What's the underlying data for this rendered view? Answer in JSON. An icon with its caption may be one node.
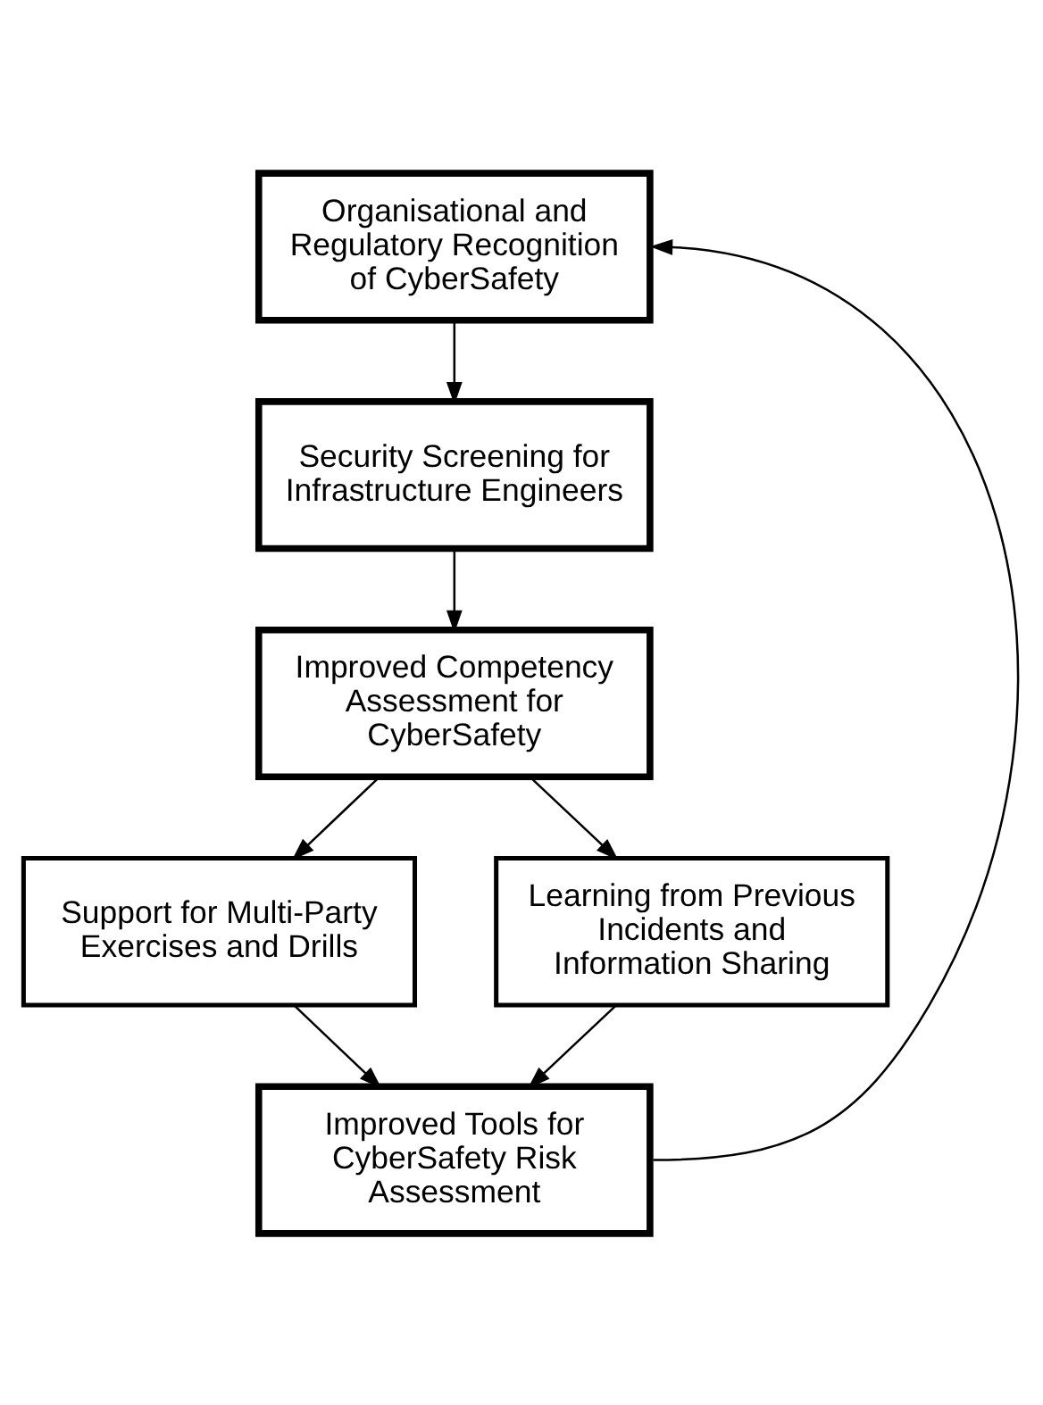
{
  "diagram": {
    "nodes": [
      {
        "text": [
          "Organisational and Regulatory Recognition of CyberSafety"
        ]
      },
      {
        "text": [
          "Security Screening for Infrastructure Engineers"
        ]
      },
      {
        "text": [
          "Improved Competency Assessment for CyberSafety"
        ]
      },
      {
        "text": [
          "Support for Multi-Party Exercises and Drills"
        ]
      },
      {
        "text": [
          "Learning from Previous Incidents and Information Sharing"
        ]
      },
      {
        "text": [
          "Improved Tools for CyberSafety Risk Assessment"
        ]
      }
    ],
    "edges": [
      {
        "from": 0,
        "to": 1,
        "arrow": "to"
      },
      {
        "from": 1,
        "to": 2,
        "arrow": "to"
      },
      {
        "from": 2,
        "to": 3,
        "arrow": "to"
      },
      {
        "from": 2,
        "to": 4,
        "arrow": "to"
      },
      {
        "from": 3,
        "to": 5,
        "arrow": "to"
      },
      {
        "from": 4,
        "to": 5,
        "arrow": "to"
      },
      {
        "from": 5,
        "to": 0,
        "arrow": "to"
      }
    ]
  }
}
